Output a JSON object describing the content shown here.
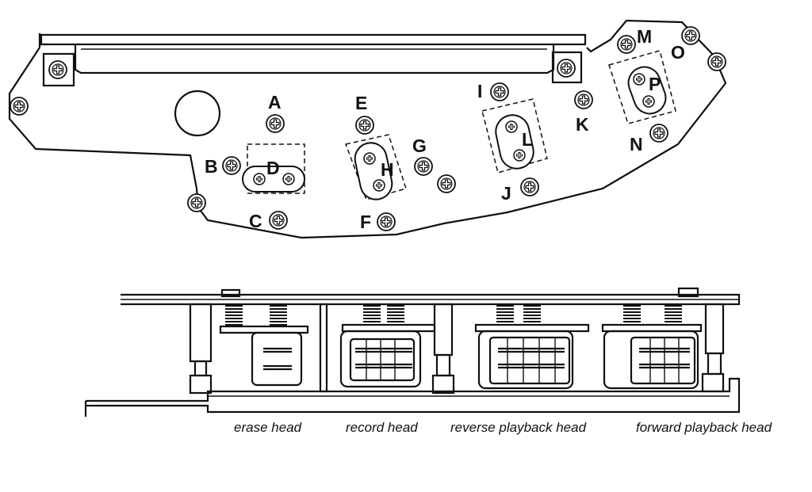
{
  "screw_labels": {
    "A": "A",
    "B": "B",
    "C": "C",
    "D": "D",
    "E": "E",
    "F": "F",
    "G": "G",
    "H": "H",
    "I": "I",
    "J": "J",
    "K": "K",
    "L": "L",
    "M": "M",
    "N": "N",
    "O": "O",
    "P": "P"
  },
  "captions": {
    "erase": "erase head",
    "record": "record head",
    "reverse": "reverse playback head",
    "forward": "forward playback head"
  },
  "colors": {
    "ink": "#111111",
    "paper": "#ffffff"
  }
}
